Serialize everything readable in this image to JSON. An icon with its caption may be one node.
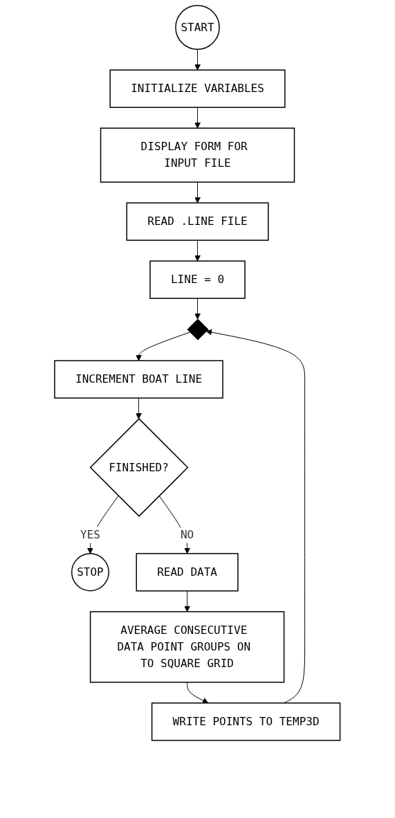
{
  "diagram": {
    "nodes": [
      {
        "text": [
          "START"
        ]
      },
      {
        "text": [
          "INITIALIZE VARIABLES"
        ]
      },
      {
        "text": [
          "DISPLAY FORM FOR INPUT FILE"
        ]
      },
      {
        "text": [
          "READ .LINE FILE"
        ]
      },
      {
        "text": [
          "LINE = 0"
        ]
      },
      {
        "text": [],
        "shape": "diamond"
      },
      {
        "text": [
          "INCREMENT BOAT LINE"
        ]
      },
      {
        "text": [
          "FINISHED?"
        ]
      },
      {
        "text": [
          "STOP"
        ]
      },
      {
        "text": [
          "READ DATA"
        ]
      },
      {
        "text": [
          "AVERAGE CONSECUTIVE DATA POINT GROUPS ON TO SQUARE GRID"
        ]
      },
      {
        "text": [
          "WRITE POINTS TO TEMP3D"
        ]
      }
    ],
    "edges": [
      {
        "from": 0,
        "to": 1,
        "arrow": "to"
      },
      {
        "from": 1,
        "to": 2,
        "arrow": "to"
      },
      {
        "from": 2,
        "to": 3,
        "arrow": "to"
      },
      {
        "from": 3,
        "to": 4,
        "arrow": "to"
      },
      {
        "from": 4,
        "to": 5,
        "arrow": "to"
      },
      {
        "from": 5,
        "to": 6,
        "arrow": "to"
      },
      {
        "from": 6,
        "to": 7,
        "arrow": "to"
      },
      {
        "from": 7,
        "to": 8,
        "label": "YES",
        "arrow": "to"
      },
      {
        "from": 7,
        "to": 9,
        "label": "NO",
        "arrow": "to"
      },
      {
        "from": 9,
        "to": 10,
        "arrow": "to"
      },
      {
        "from": 10,
        "to": 11,
        "arrow": "to"
      },
      {
        "from": 11,
        "to": 5,
        "arrow": "to"
      }
    ]
  }
}
